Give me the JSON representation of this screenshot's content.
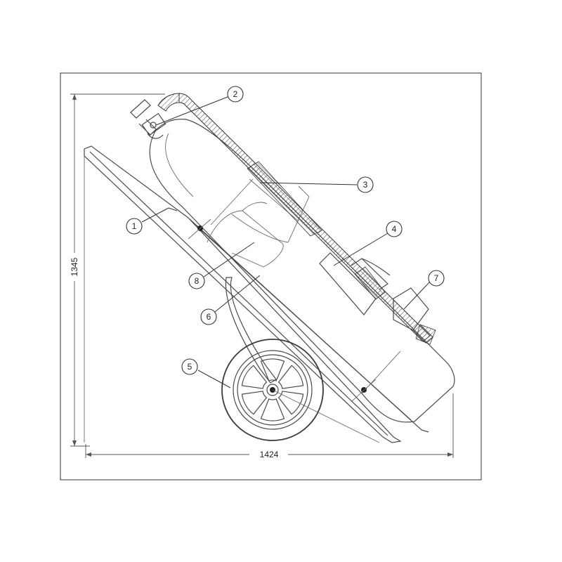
{
  "dimensions": {
    "height_label": "1345",
    "width_label": "1424"
  },
  "callouts": [
    {
      "id": "1",
      "label": "1"
    },
    {
      "id": "2",
      "label": "2"
    },
    {
      "id": "3",
      "label": "3"
    },
    {
      "id": "4",
      "label": "4"
    },
    {
      "id": "5",
      "label": "5"
    },
    {
      "id": "6",
      "label": "6"
    },
    {
      "id": "7",
      "label": "7"
    },
    {
      "id": "8",
      "label": "8"
    }
  ]
}
